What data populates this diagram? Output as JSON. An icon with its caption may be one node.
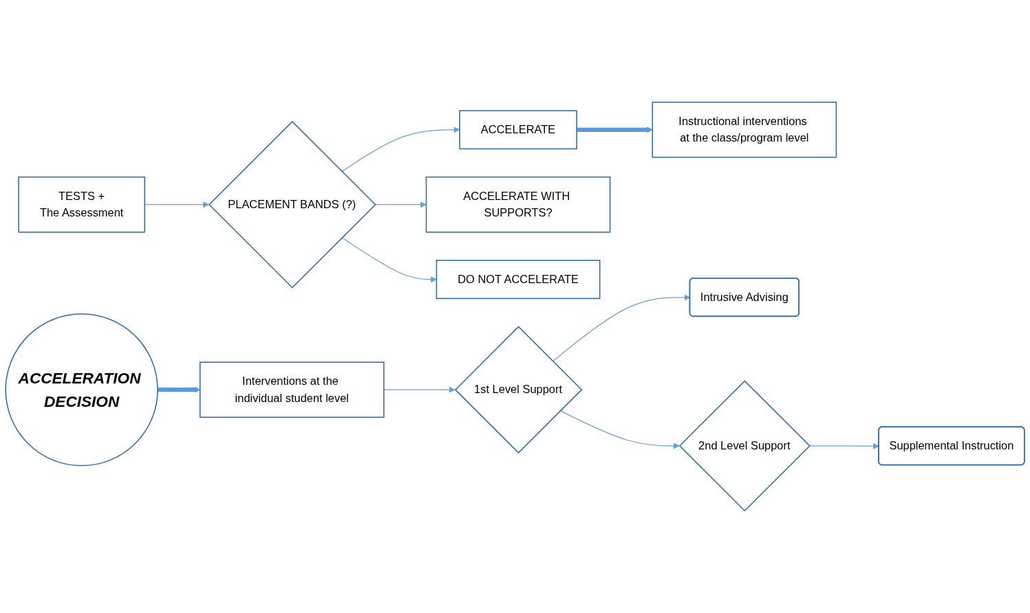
{
  "diagram": {
    "nodes": [
      {
        "text": [
          "TESTS +",
          "The Assessment"
        ]
      },
      {
        "text": [
          "PLACEMENT BANDS (?)"
        ]
      },
      {
        "text": [
          "ACCELERATE"
        ]
      },
      {
        "text": [
          "ACCELERATE WITH SUPPORTS?"
        ]
      },
      {
        "text": [
          "DO NOT ACCELERATE"
        ]
      },
      {
        "text": [
          "ACCELERATION DECISION"
        ]
      },
      {
        "text": [
          "Instructional interventions at the class/program level"
        ]
      },
      {
        "text": [
          "Interventions at the individual student level"
        ]
      },
      {
        "text": [
          "1st Level Support"
        ]
      },
      {
        "text": [
          "Intrusive Advising"
        ]
      },
      {
        "text": [
          "2nd Level Support"
        ]
      },
      {
        "text": [
          "Supplemental Instruction"
        ]
      }
    ],
    "edges": [
      {
        "from": 0,
        "to": 1,
        "arrow": "to"
      },
      {
        "from": 1,
        "to": 2,
        "arrow": "to"
      },
      {
        "from": 1,
        "to": 3,
        "arrow": "to"
      },
      {
        "from": 1,
        "to": 4,
        "arrow": "to"
      },
      {
        "from": 2,
        "to": 6,
        "arrow": "to",
        "style": "thick",
        "color": "#5b9bd5"
      },
      {
        "from": 5,
        "to": 7,
        "arrow": "to",
        "style": "thick",
        "color": "#5b9bd5"
      },
      {
        "from": 7,
        "to": 8,
        "arrow": "to"
      },
      {
        "from": 8,
        "to": 9,
        "arrow": "to"
      },
      {
        "from": 8,
        "to": 10,
        "arrow": "to"
      },
      {
        "from": 10,
        "to": 11,
        "arrow": "to"
      }
    ]
  }
}
